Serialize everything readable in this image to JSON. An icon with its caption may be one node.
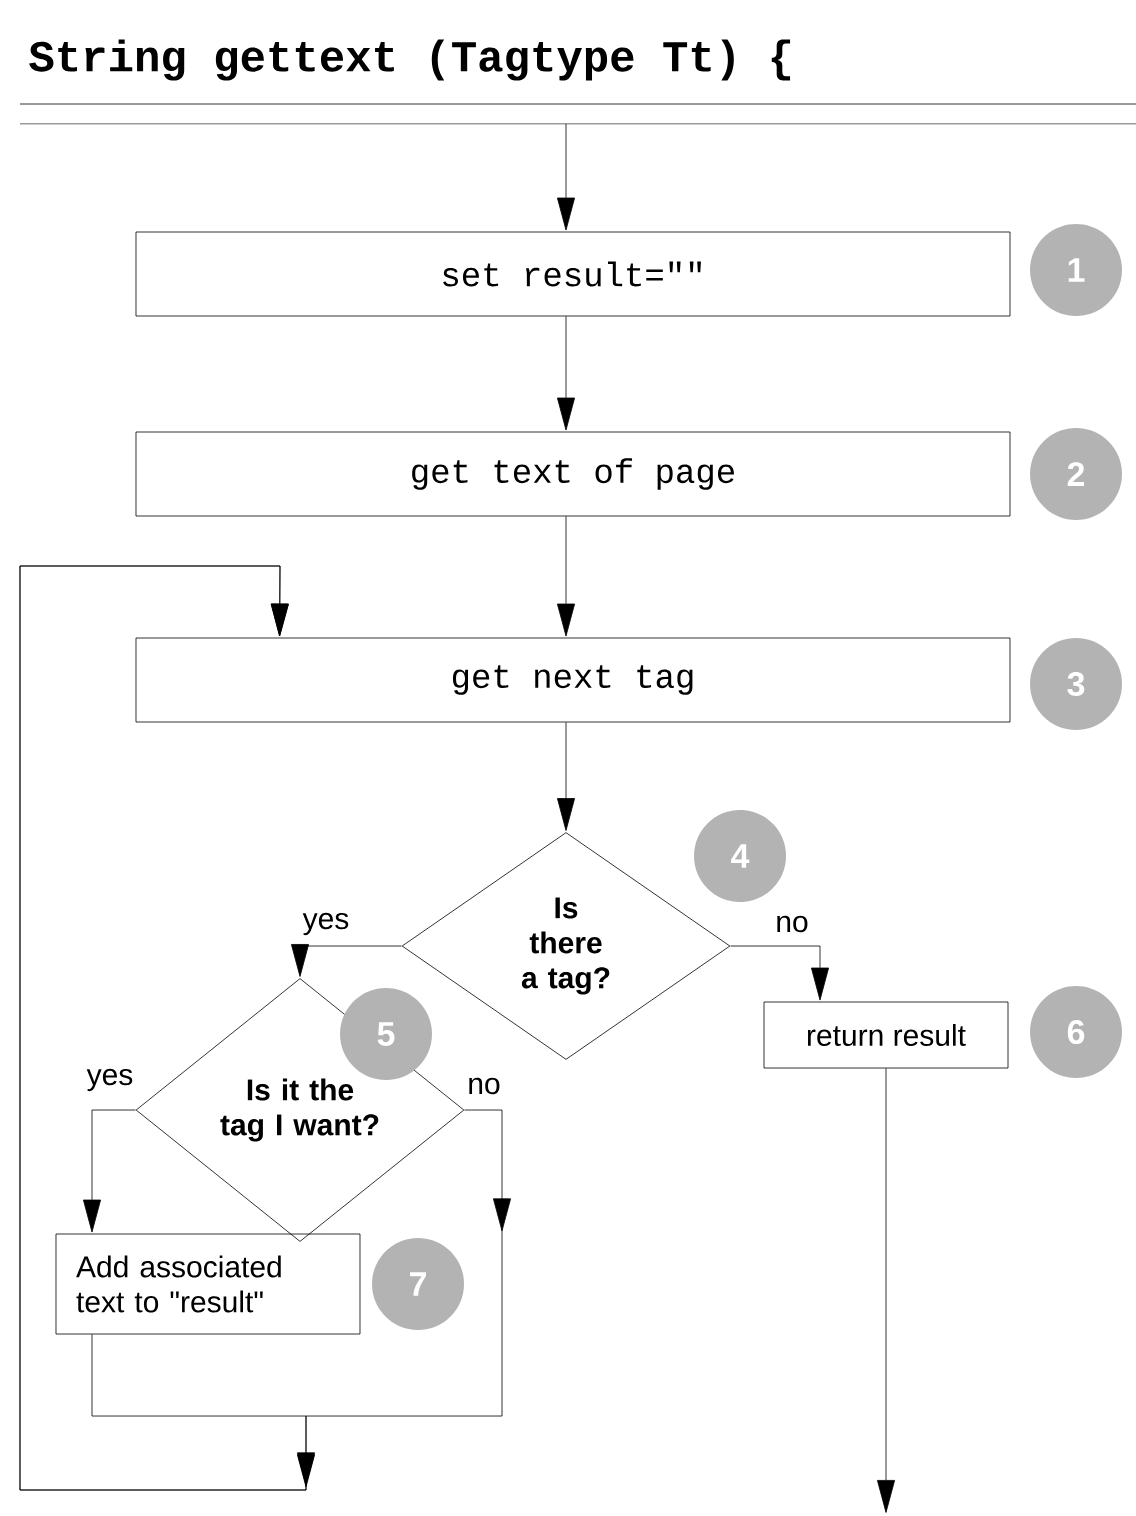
{
  "diagram": {
    "title": "String gettext (Tagtype Tt) {",
    "nodes": [
      {
        "text": [
          "set result=\"\""
        ],
        "beside": [
          "1"
        ]
      },
      {
        "text": [
          "get text of page"
        ],
        "beside": [
          "2"
        ]
      },
      {
        "text": [
          "get next tag"
        ],
        "beside": [
          "3"
        ]
      },
      {
        "text": [
          "Is there a tag?"
        ],
        "beside": [
          "4"
        ]
      },
      {
        "text": [
          "Is it the tag I want?"
        ],
        "beside": [
          "5"
        ]
      },
      {
        "text": [
          "return result"
        ],
        "beside": [
          "6"
        ]
      },
      {
        "text": [
          "Add associated text to \"result\""
        ],
        "beside": [
          "7"
        ]
      }
    ],
    "edges": [
      {
        "from": null,
        "to": 0,
        "arrow": "to"
      },
      {
        "from": 0,
        "to": 1,
        "arrow": "to"
      },
      {
        "from": 1,
        "to": 2,
        "arrow": "to"
      },
      {
        "from": 2,
        "to": 3,
        "arrow": "to"
      },
      {
        "from": 3,
        "to": 4,
        "arrow": "to",
        "label": "yes"
      },
      {
        "from": 3,
        "to": 5,
        "arrow": "to",
        "label": "no"
      },
      {
        "from": 4,
        "to": 6,
        "arrow": "to",
        "label": "yes"
      },
      {
        "from": 4,
        "to": 2,
        "arrow": "to",
        "label": "no"
      },
      {
        "from": 6,
        "to": 2,
        "arrow": "to"
      },
      {
        "from": 5,
        "to": null,
        "arrow": "to"
      }
    ]
  }
}
